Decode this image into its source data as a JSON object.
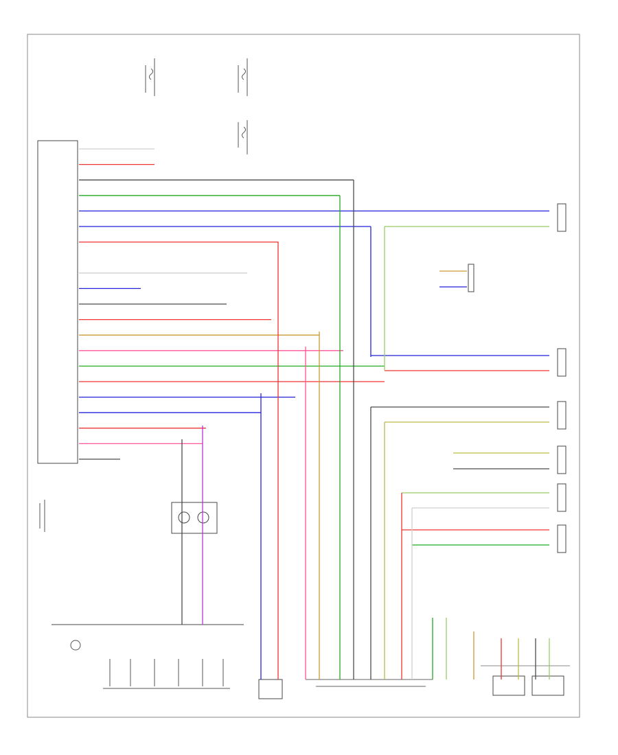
{
  "diagram": {
    "colors": {
      "white": "#cfcfcf",
      "red": "#ee3333",
      "black": "#4a4a4a",
      "green": "#22aa22",
      "blue": "#2222dd",
      "orange": "#cc9933",
      "pink": "#ff5599",
      "violet": "#bb33dd",
      "yellow": "#bbbb44",
      "lightgreen": "#99cc66"
    },
    "audio_wires": [
      "white",
      "red",
      "black",
      "green",
      "blue",
      "blue",
      "red",
      "none",
      "white",
      "blue",
      "black",
      "red",
      "orange",
      "pink",
      "green",
      "red",
      "blue",
      "blue",
      "red",
      "pink",
      "black"
    ]
  }
}
